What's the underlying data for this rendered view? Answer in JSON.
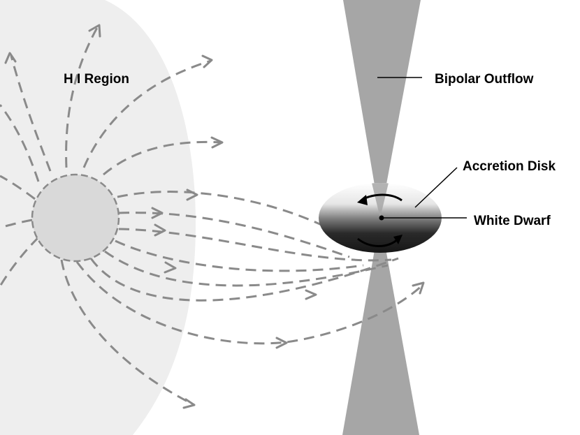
{
  "labels": {
    "hi_region": "H I Region",
    "bipolar_outflow": "Bipolar Outflow",
    "accretion_disk": "Accretion Disk",
    "white_dwarf": "White Dwarf"
  },
  "colors": {
    "hi_region_fill": "#eeeeee",
    "star_fill": "#d9d9d9",
    "star_stroke": "#8a8a8a",
    "outflow_fill": "#a6a6a6",
    "flow_lines": "#8a8a8a",
    "disk_light": "#ffffff",
    "disk_dark": "#1a1a1a",
    "label_text": "#000000"
  }
}
